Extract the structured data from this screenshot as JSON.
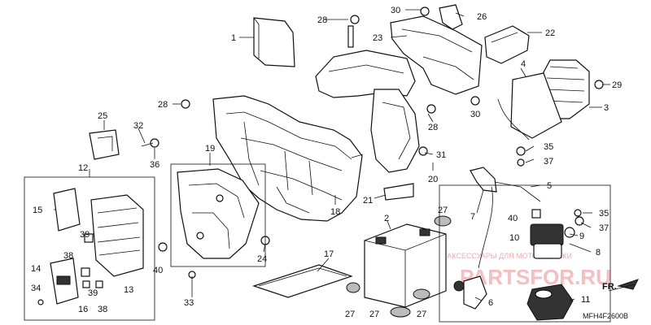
{
  "diagram_code": "MFH4F2600B",
  "direction_label": "FR.",
  "watermark": {
    "brand": "PARTSFOR.RU",
    "tagline": "ЗАПЧАСТИ И АКСЕССУАРЫ ДЛЯ МОТОТЕХНИКИ"
  },
  "callouts": {
    "c1": "1",
    "c2": "2",
    "c3": "3",
    "c4": "4",
    "c5": "5",
    "c6": "6",
    "c7": "7",
    "c8": "8",
    "c9": "9",
    "c10": "10",
    "c11": "11",
    "c12": "12",
    "c13": "13",
    "c14": "14",
    "c15": "15",
    "c16": "16",
    "c17": "17",
    "c18": "18",
    "c19": "19",
    "c20": "20",
    "c21": "21",
    "c22": "22",
    "c23": "23",
    "c24": "24",
    "c25": "25",
    "c26": "26",
    "c28a": "28",
    "c28b": "28",
    "c28c": "28",
    "c29": "29",
    "c30a": "30",
    "c30b": "30",
    "c31": "31",
    "c32": "32",
    "c33": "33",
    "c34": "34",
    "c35a": "35",
    "c35b": "35",
    "c36": "36",
    "c37a": "37",
    "c37b": "37",
    "c38a": "38",
    "c38b": "38",
    "c39a": "39",
    "c39b": "39",
    "c40a": "40",
    "c40b": "40",
    "c27a": "27",
    "c27b": "27",
    "c27c": "27",
    "c27d": "27"
  }
}
